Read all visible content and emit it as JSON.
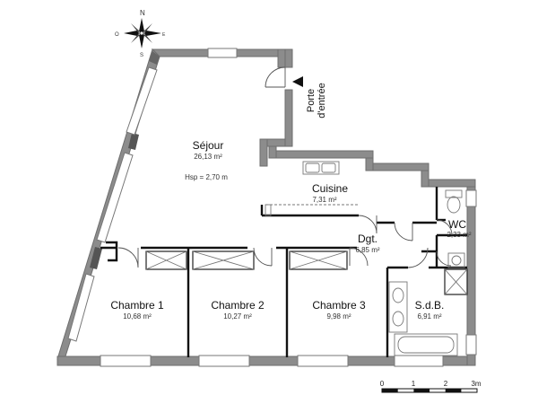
{
  "compass": {
    "north_label": "N",
    "east_label": "E",
    "south_label": "S",
    "west_label": "O"
  },
  "entrance": {
    "line1": "Porte",
    "line2": "d'entrée"
  },
  "rooms": {
    "sejour": {
      "name": "Séjour",
      "area": "26,13 m²",
      "height": "Hsp = 2,70 m"
    },
    "cuisine": {
      "name": "Cuisine",
      "area": "7,31 m²"
    },
    "wc": {
      "name": "WC",
      "area": "2,33 m²"
    },
    "dgt": {
      "name": "Dgt.",
      "area": "6,85 m²"
    },
    "chambre1": {
      "name": "Chambre 1",
      "area": "10,68 m²"
    },
    "chambre2": {
      "name": "Chambre 2",
      "area": "10,27 m²"
    },
    "chambre3": {
      "name": "Chambre 3",
      "area": "9,98 m²"
    },
    "sdb": {
      "name": "S.d.B.",
      "area": "6,91 m²"
    }
  },
  "scale": {
    "ticks": [
      "0",
      "1",
      "2",
      "3m"
    ]
  }
}
